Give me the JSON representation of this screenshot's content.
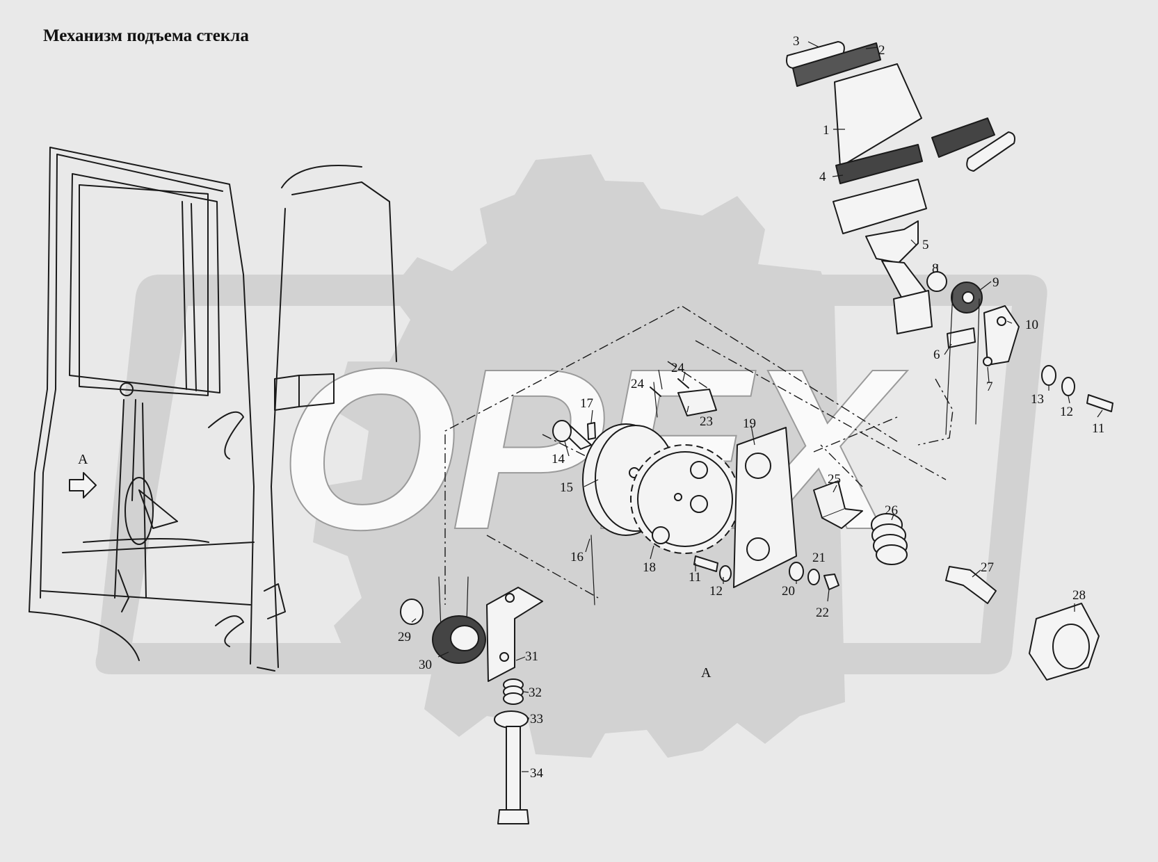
{
  "title": "Механизм подъема стекла",
  "watermark": "OPEX",
  "view_label": "А",
  "callouts": [
    "1",
    "2",
    "3",
    "4",
    "5",
    "6",
    "7",
    "8",
    "9",
    "10",
    "11",
    "12",
    "13",
    "14",
    "15",
    "16",
    "17",
    "18",
    "19",
    "20",
    "21",
    "22",
    "23",
    "24",
    "25",
    "26",
    "27",
    "28",
    "29",
    "30",
    "31",
    "32",
    "33",
    "34"
  ],
  "colors": {
    "background": "#e9e9e9",
    "watermark": "#d2d2d2",
    "ink": "#1a1a1a"
  }
}
